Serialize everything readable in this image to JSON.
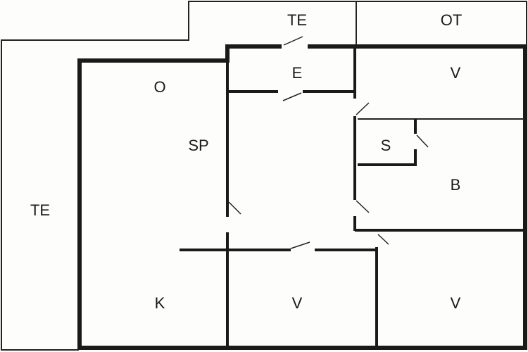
{
  "rooms": {
    "terrace_top": "TE",
    "other_top": "OT",
    "entrance": "E",
    "room_top_right": "V",
    "o": "O",
    "sp": "SP",
    "storage": "S",
    "bathroom": "B",
    "terrace_left": "TE",
    "kitchen": "K",
    "room_bottom_mid": "V",
    "room_bottom_right": "V"
  }
}
